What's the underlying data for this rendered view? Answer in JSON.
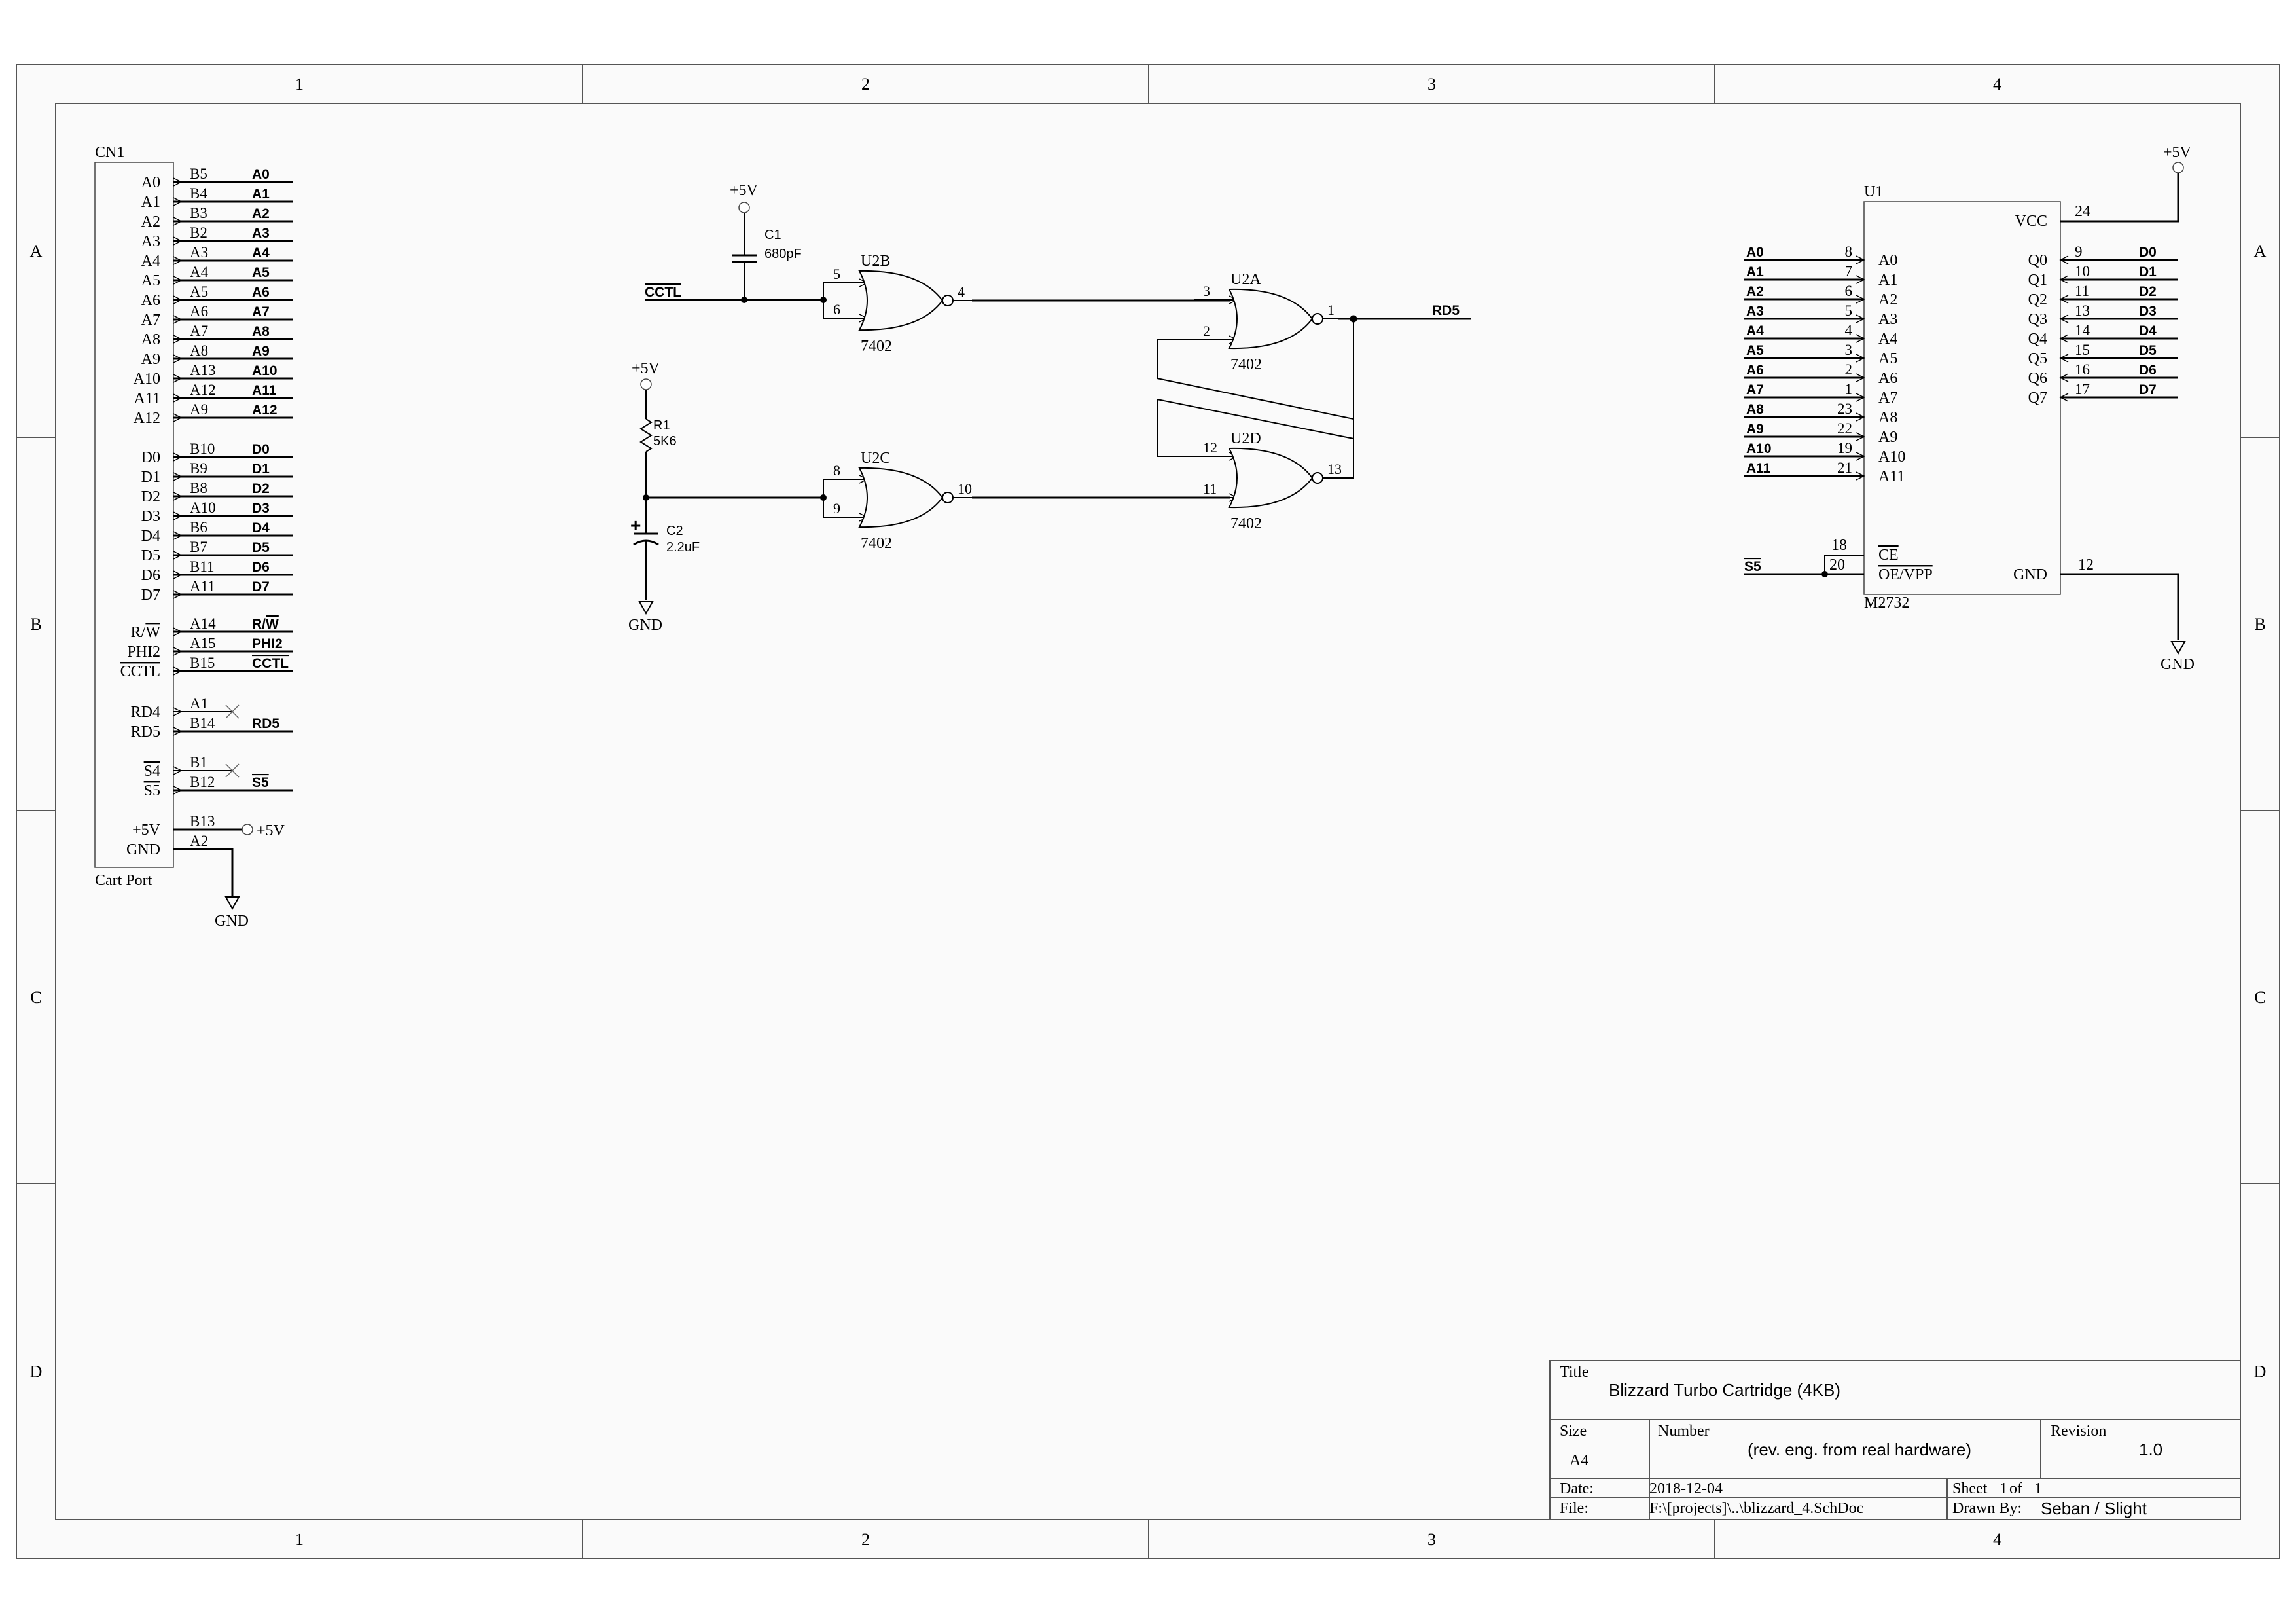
{
  "frame": {
    "columns": [
      "1",
      "2",
      "3",
      "4"
    ],
    "rows": [
      "A",
      "B",
      "C",
      "D"
    ]
  },
  "connector": {
    "ref": "CN1",
    "name": "Cart Port",
    "address_pins": [
      {
        "label": "A0",
        "pin": "B5",
        "net": "A0"
      },
      {
        "label": "A1",
        "pin": "B4",
        "net": "A1"
      },
      {
        "label": "A2",
        "pin": "B3",
        "net": "A2"
      },
      {
        "label": "A3",
        "pin": "B2",
        "net": "A3"
      },
      {
        "label": "A4",
        "pin": "A3",
        "net": "A4"
      },
      {
        "label": "A5",
        "pin": "A4",
        "net": "A5"
      },
      {
        "label": "A6",
        "pin": "A5",
        "net": "A6"
      },
      {
        "label": "A7",
        "pin": "A6",
        "net": "A7"
      },
      {
        "label": "A8",
        "pin": "A7",
        "net": "A8"
      },
      {
        "label": "A9",
        "pin": "A8",
        "net": "A9"
      },
      {
        "label": "A10",
        "pin": "A13",
        "net": "A10"
      },
      {
        "label": "A11",
        "pin": "A12",
        "net": "A11"
      },
      {
        "label": "A12",
        "pin": "A9",
        "net": "A12"
      }
    ],
    "data_pins": [
      {
        "label": "D0",
        "pin": "B10",
        "net": "D0"
      },
      {
        "label": "D1",
        "pin": "B9",
        "net": "D1"
      },
      {
        "label": "D2",
        "pin": "B8",
        "net": "D2"
      },
      {
        "label": "D3",
        "pin": "A10",
        "net": "D3"
      },
      {
        "label": "D4",
        "pin": "B6",
        "net": "D4"
      },
      {
        "label": "D5",
        "pin": "B7",
        "net": "D5"
      },
      {
        "label": "D6",
        "pin": "B11",
        "net": "D6"
      },
      {
        "label": "D7",
        "pin": "A11",
        "net": "D7"
      }
    ],
    "control_pins": [
      {
        "label_a": "R/",
        "label_b": "W",
        "pin": "A14",
        "net_a": "R/",
        "net_b": "W"
      },
      {
        "label_a": "PHI2",
        "label_b": "",
        "pin": "A15",
        "net_a": "PHI2",
        "net_b": ""
      },
      {
        "label_a": "",
        "label_b": "CCTL",
        "pin": "B15",
        "net_a": "",
        "net_b": "CCTL"
      }
    ],
    "rd_pins": [
      {
        "label": "RD4",
        "pin": "A1",
        "net": ""
      },
      {
        "label": "RD5",
        "pin": "B14",
        "net": "RD5"
      }
    ],
    "s_pins": [
      {
        "label": "S4",
        "pin": "B1",
        "net": ""
      },
      {
        "label": "S5",
        "pin": "B12",
        "net": "S5"
      }
    ],
    "power_pins": [
      {
        "label": "+5V",
        "pin": "B13"
      },
      {
        "label": "GND",
        "pin": "A2"
      }
    ]
  },
  "power": {
    "vcc": "+5V",
    "gnd": "GND"
  },
  "cctl_net": "CCTL",
  "rd5_net": "RD5",
  "s5_net": "S5",
  "c1": {
    "ref": "C1",
    "value": "680pF"
  },
  "c2": {
    "ref": "C2",
    "value": "2.2uF",
    "polarity": "+"
  },
  "r1": {
    "ref": "R1",
    "value": "5K6"
  },
  "gates": {
    "u2b": {
      "ref": "U2B",
      "type": "7402",
      "in_a": "5",
      "in_b": "6",
      "out": "4"
    },
    "u2c": {
      "ref": "U2C",
      "type": "7402",
      "in_a": "8",
      "in_b": "9",
      "out": "10"
    },
    "u2a": {
      "ref": "U2A",
      "type": "7402",
      "in_a": "3",
      "in_b": "2",
      "out": "1"
    },
    "u2d": {
      "ref": "U2D",
      "type": "7402",
      "in_a": "12",
      "in_b": "11",
      "out": "13"
    }
  },
  "eprom": {
    "ref": "U1",
    "type": "M2732",
    "vcc_label": "VCC",
    "vcc_pin": "24",
    "gnd_label": "GND",
    "gnd_pin": "12",
    "ce_label": "CE",
    "ce_pin": "18",
    "oe_label": "OE/VPP",
    "oe_pin": "20",
    "address": [
      {
        "net": "A0",
        "pin": "8",
        "label": "A0"
      },
      {
        "net": "A1",
        "pin": "7",
        "label": "A1"
      },
      {
        "net": "A2",
        "pin": "6",
        "label": "A2"
      },
      {
        "net": "A3",
        "pin": "5",
        "label": "A3"
      },
      {
        "net": "A4",
        "pin": "4",
        "label": "A4"
      },
      {
        "net": "A5",
        "pin": "3",
        "label": "A5"
      },
      {
        "net": "A6",
        "pin": "2",
        "label": "A6"
      },
      {
        "net": "A7",
        "pin": "1",
        "label": "A7"
      },
      {
        "net": "A8",
        "pin": "23",
        "label": "A8"
      },
      {
        "net": "A9",
        "pin": "22",
        "label": "A9"
      },
      {
        "net": "A10",
        "pin": "19",
        "label": "A10"
      },
      {
        "net": "A11",
        "pin": "21",
        "label": "A11"
      }
    ],
    "outputs": [
      {
        "label": "Q0",
        "pin": "9",
        "net": "D0"
      },
      {
        "label": "Q1",
        "pin": "10",
        "net": "D1"
      },
      {
        "label": "Q2",
        "pin": "11",
        "net": "D2"
      },
      {
        "label": "Q3",
        "pin": "13",
        "net": "D3"
      },
      {
        "label": "Q4",
        "pin": "14",
        "net": "D4"
      },
      {
        "label": "Q5",
        "pin": "15",
        "net": "D5"
      },
      {
        "label": "Q6",
        "pin": "16",
        "net": "D6"
      },
      {
        "label": "Q7",
        "pin": "17",
        "net": "D7"
      }
    ]
  },
  "title_block": {
    "title_caption": "Title",
    "title": "Blizzard Turbo Cartridge (4KB)",
    "size_caption": "Size",
    "size": "A4",
    "number_caption": "Number",
    "number": "(rev. eng. from real hardware)",
    "revision_caption": "Revision",
    "revision": "1.0",
    "date_caption": "Date:",
    "date": "2018-12-04",
    "sheet_caption": "Sheet",
    "sheet_no": "1",
    "sheet_of": "of",
    "sheet_total": "1",
    "file_caption": "File:",
    "file": "F:\\[projects]\\..\\blizzard_4.SchDoc",
    "drawn_caption": "Drawn By:",
    "drawn_by": "Seban / Slight"
  }
}
